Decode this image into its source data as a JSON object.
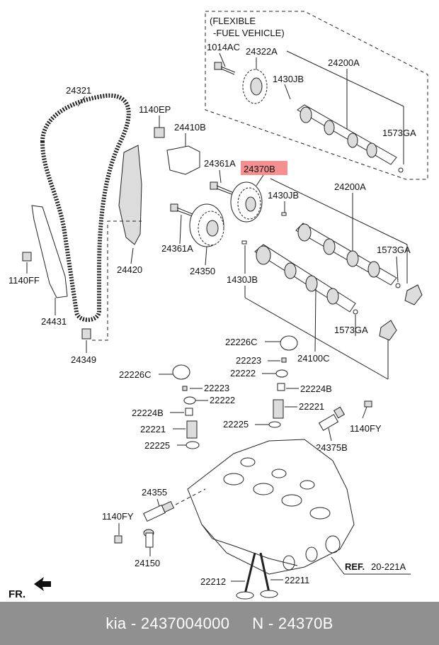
{
  "flex_box": {
    "line1": "(FLEXIBLE",
    "line2": "-FUEL VEHICLE)",
    "parts": [
      "1014AC",
      "24322A",
      "1430JB",
      "24200A",
      "1573GA"
    ]
  },
  "labels": {
    "p24321": "24321",
    "p1140EP": "1140EP",
    "p24410B": "24410B",
    "p24361A_top": "24361A",
    "p24370B": "24370B",
    "p1430JB_mid": "1430JB",
    "p24200A_mid": "24200A",
    "p1573GA_mid": "1573GA",
    "p24361A_left": "24361A",
    "p24420": "24420",
    "p24350": "24350",
    "p1430JB_low": "1430JB",
    "p1140FF": "1140FF",
    "p24431": "24431",
    "p1573GA_low": "1573GA",
    "p22226C_r": "22226C",
    "p24100C": "24100C",
    "p24349": "24349",
    "p22223_r": "22223",
    "p22226C_l": "22226C",
    "p22222_r": "22222",
    "p22223_l": "22223",
    "p22224B_r": "22224B",
    "p22222_l": "22222",
    "p22221_r": "22221",
    "p22224B_l": "22224B",
    "p22221_l": "22221",
    "p22225_r": "22225",
    "p1140FY_r": "1140FY",
    "p22225_l": "22225",
    "p24375B": "24375B",
    "p24355": "24355",
    "p1140FY_l": "1140FY",
    "p24150": "24150",
    "ref_prefix": "REF.",
    "ref_value": "20-221A",
    "p22212": "22212",
    "p22211": "22211",
    "fr": "FR."
  },
  "highlight": {
    "part": "24370B",
    "color": "#f47c7c"
  },
  "footer": {
    "text": "kia - 2437004000     N - 24370B"
  }
}
